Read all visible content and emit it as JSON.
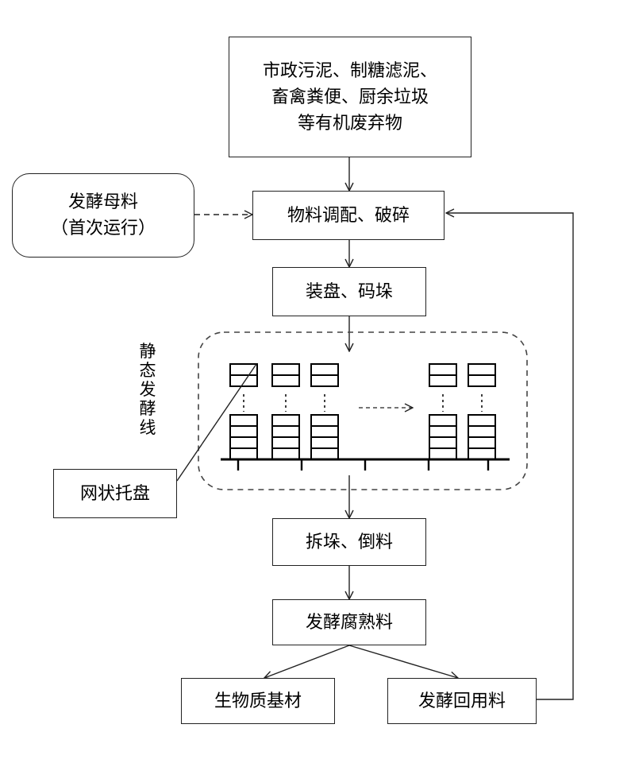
{
  "nodes": {
    "input": {
      "lines": [
        "市政污泥、制糖滤泥、",
        "畜禽粪便、厨余垃圾",
        "等有机废弃物"
      ]
    },
    "starter": {
      "lines": [
        "发酵母料",
        "（首次运行）"
      ]
    },
    "mixing": {
      "label": "物料调配、破碎"
    },
    "stacking": {
      "label": "装盘、码垛"
    },
    "static_line": {
      "chars": [
        "静",
        "态",
        "发",
        "酵",
        "线"
      ]
    },
    "tray": {
      "label": "网状托盘"
    },
    "unstack": {
      "label": "拆垛、倒料"
    },
    "matured": {
      "label": "发酵腐熟料"
    },
    "substrate": {
      "label": "生物质基材"
    },
    "recycle": {
      "label": "发酵回用料"
    }
  }
}
